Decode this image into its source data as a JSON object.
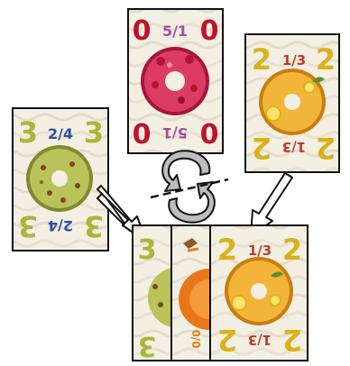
{
  "cards": {
    "raspberry": {
      "corner_value": "0",
      "fraction_top": "5/1",
      "fraction_bottom": "5/1",
      "colors": {
        "digit": "#c0112b",
        "num": "#a44d9a",
        "den": "#e8a11a",
        "donut": "#c6204a",
        "frosting": "#dc3c63"
      }
    },
    "lemon": {
      "corner_value": "2",
      "fraction_top": "1/3",
      "fraction_bottom": "1/3",
      "colors": {
        "digit": "#d8b21c",
        "num": "#c0392b",
        "den": "#7a6a2a",
        "donut": "#e79a1c",
        "frosting": "#f2b53a"
      }
    },
    "pistachio": {
      "corner_value": "3",
      "fraction_top": "2/4",
      "fraction_bottom": "2/4",
      "colors": {
        "digit": "#a9b73a",
        "num": "#2e4fa3",
        "den": "#3b73c2",
        "donut": "#9aa74a",
        "frosting": "#b9c35a"
      }
    },
    "stack": {
      "pistachio_corner": "3",
      "lemon_corner": "2",
      "lemon_fraction_top": "1/3",
      "lemon_fraction_bottom": "1/3",
      "orange_fraction": "0/0"
    }
  },
  "colors": {
    "card_border": "#111111",
    "card_bg": "#f3efe3",
    "arrow_fill": "#ffffff",
    "arrow_stroke": "#111111",
    "rotate_fill": "#bdbdbd"
  }
}
